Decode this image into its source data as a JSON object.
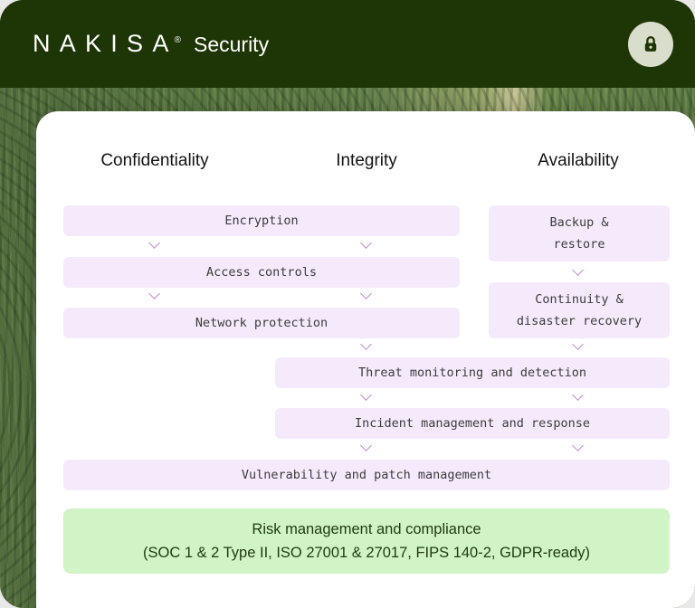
{
  "header": {
    "brand": "NAKISA",
    "registered": "®",
    "product": "Security"
  },
  "columns": {
    "confidentiality": "Confidentiality",
    "integrity": "Integrity",
    "availability": "Availability"
  },
  "boxes": {
    "encryption": "Encryption",
    "access_controls": "Access controls",
    "network_protection": "Network protection",
    "backup_restore": "Backup &\nrestore",
    "continuity_disaster_recovery": "Continuity &\ndisaster recovery",
    "threat_monitoring": "Threat monitoring and detection",
    "incident_management": "Incident management and response",
    "vulnerability_patch": "Vulnerability and patch management"
  },
  "compliance": {
    "title": "Risk management and compliance",
    "details": "(SOC 1 & 2 Type II, ISO 27001 & 27017, FIPS 140-2, GDPR-ready)"
  },
  "icons": {
    "lock": "lock-icon",
    "chevron": "chevron-down-icon"
  },
  "colors": {
    "header_bg": "#1e3505",
    "box_bg": "#f5eafb",
    "chevron": "#bd8fd2",
    "compliance_bg": "#d0f4c5",
    "compliance_text": "#1d3b11",
    "lock_badge_bg": "#d9ddcc"
  }
}
